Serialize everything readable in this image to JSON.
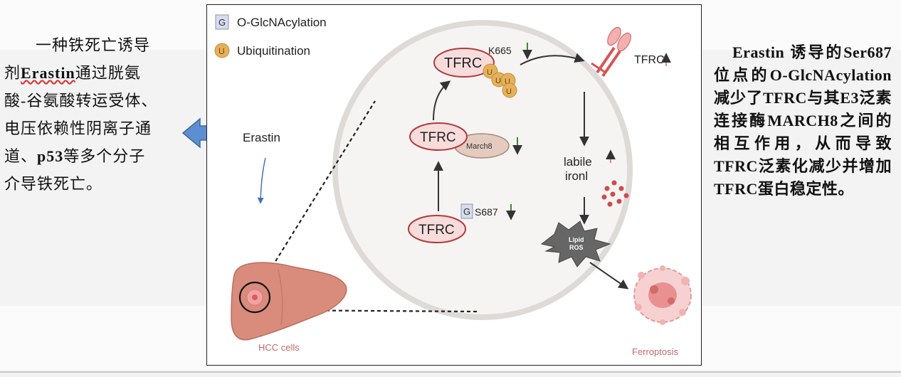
{
  "left_text": {
    "line1": "一种铁死亡诱导",
    "line2_prefix": "剂",
    "line2_erastin": "Erastin",
    "line2_rest": "通过胱氨",
    "line3": "酸-谷氨酸转运受体、",
    "line4": "电压依赖性阴离子通",
    "line5_prefix": "道、",
    "line5_p53": "p53",
    "line5_rest": "等多个分子",
    "line6": "介导铁死亡。"
  },
  "right_text": "Erastin 诱导的Ser687 位点的O-GlcNAcylation减少了TFRC与其E3泛素连接酶MARCH8之间的相互作用，从而导致TFRC泛素化减少并增加TFRC蛋白稳定性。",
  "diagram": {
    "legend": {
      "g_symbol": "G",
      "g_label": "O-GlcNAcylation",
      "u_symbol": "U",
      "u_label": "Ubiquitination"
    },
    "erastin_label": "Erastin",
    "hcc_label": "HCC cells",
    "tfrc_top": "TFRC",
    "tfrc_mid": "TFRC",
    "tfrc_bottom": "TFRC",
    "march8": "March8",
    "k665": "K665",
    "s687": "S687",
    "g_tag": "G",
    "u_tag": "U",
    "tfrc_membrane": "TFRC",
    "labile_iron_1": "labile",
    "labile_iron_2": "ironl",
    "lipid_ros_1": "Lipid",
    "lipid_ros_2": "ROS",
    "ferroptosis": "Ferroptosis"
  },
  "colors": {
    "tfrc_fill": "#f8dcdc",
    "tfrc_stroke": "#b03a3a",
    "ubiquitin": "#e6b05a",
    "march8": "#e4cbbf",
    "down_arrow": "#3a8a2a",
    "up_arrow": "#e88a8a",
    "arrow_blue": "#5b8fd1"
  }
}
